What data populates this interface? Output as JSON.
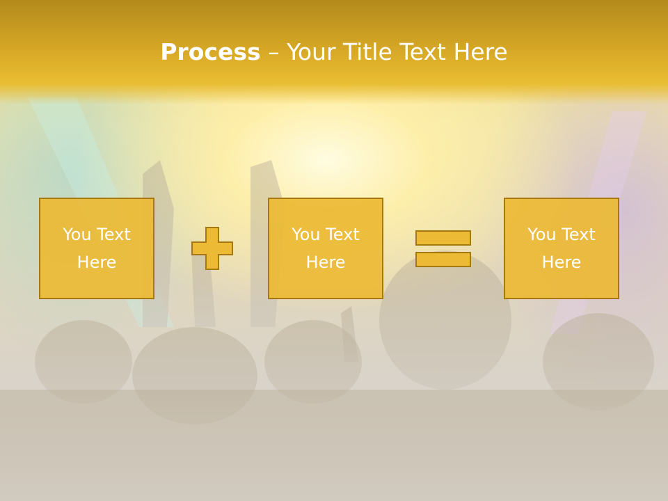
{
  "slide": {
    "title_bold": "Process",
    "title_separator": " – ",
    "title_rest": "Your Title Text Here"
  },
  "process": {
    "boxes": [
      {
        "line1": "You Text",
        "line2": "Here"
      },
      {
        "line1": "You Text",
        "line2": "Here"
      },
      {
        "line1": "You Text",
        "line2": "Here"
      }
    ],
    "operators": [
      "plus-icon",
      "equals-icon"
    ]
  },
  "colors": {
    "header": "#d8a926",
    "box_fill": "#ecba34",
    "box_border": "#a5790f",
    "text": "#ffffff"
  }
}
